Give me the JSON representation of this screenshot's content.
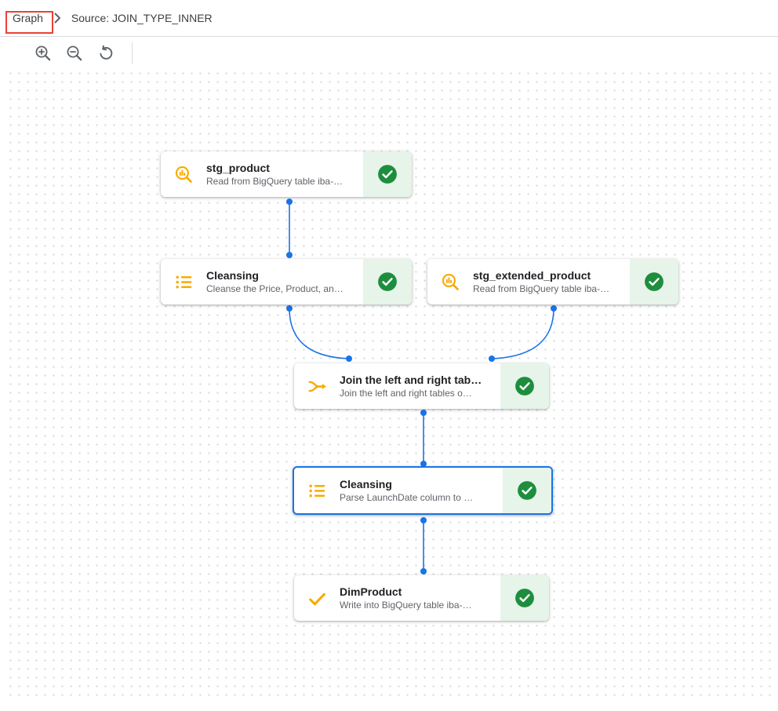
{
  "breadcrumb": {
    "items": [
      {
        "label": "Graph"
      },
      {
        "label": "Source: JOIN_TYPE_INNER"
      }
    ]
  },
  "toolbar": {
    "buttons": [
      {
        "name": "zoom-in"
      },
      {
        "name": "zoom-out"
      },
      {
        "name": "zoom-reset"
      }
    ]
  },
  "canvas": {
    "nodes": [
      {
        "title": "stg_product",
        "subtitle": "Read from BigQuery table iba-…",
        "icon": "bigquery-source-icon",
        "status": "success",
        "selected": false
      },
      {
        "title": "Cleansing",
        "subtitle": "Cleanse the Price, Product, an…",
        "icon": "wrangler-list-icon",
        "status": "success",
        "selected": false
      },
      {
        "title": "stg_extended_product",
        "subtitle": "Read from BigQuery table iba-…",
        "icon": "bigquery-source-icon",
        "status": "success",
        "selected": false
      },
      {
        "title": "Join the left and right tab…",
        "subtitle": "Join the left and right tables o…",
        "icon": "join-icon",
        "status": "success",
        "selected": false
      },
      {
        "title": "Cleansing",
        "subtitle": "Parse LaunchDate column to …",
        "icon": "wrangler-list-icon",
        "status": "success",
        "selected": true
      },
      {
        "title": "DimProduct",
        "subtitle": "Write into BigQuery table iba-…",
        "icon": "check-sink-icon",
        "status": "success",
        "selected": false
      }
    ],
    "edges": [
      {
        "from": 0,
        "to": 1
      },
      {
        "from": 1,
        "to": 3
      },
      {
        "from": 2,
        "to": 3
      },
      {
        "from": 3,
        "to": 4
      },
      {
        "from": 4,
        "to": 5
      }
    ]
  },
  "colors": {
    "edge_blue": "#1a73e8",
    "icon_amber": "#f9ab00",
    "success_green": "#1e8e3e",
    "success_bg": "#e6f4ea",
    "annotation_red": "#e94235",
    "grid_dot": "#d3d7db"
  }
}
